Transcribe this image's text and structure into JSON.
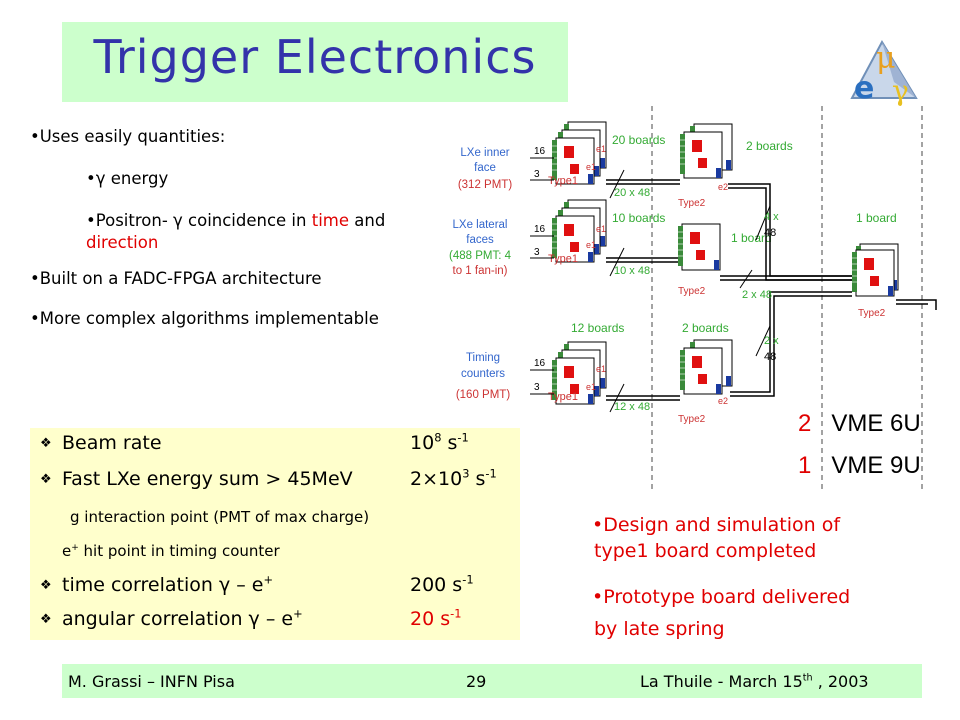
{
  "title": "Trigger Electronics",
  "logo": {
    "letters": [
      "μ",
      "e",
      "γ"
    ]
  },
  "bullets": {
    "b1": "•Uses easily quantities:",
    "b2": "•γ energy",
    "b3_pre": "•Positron- γ coincidence in ",
    "b3_time": "time",
    "b3_and": " and",
    "b3_dir": "direction",
    "b4": "•Built on a FADC-FPGA architecture",
    "b5": "•More complex algorithms implementable"
  },
  "diagram": {
    "inputs": {
      "inner": [
        "LXe inner",
        "face",
        "(312 PMT)"
      ],
      "lateral": [
        "LXe lateral",
        "faces",
        "(488 PMT: 4",
        "to 1 fan-in)"
      ],
      "timing": [
        "Timing",
        "counters",
        "(160 PMT)"
      ]
    },
    "group_counts": {
      "inner": "20 boards",
      "lateral": "10 boards",
      "timing": "12 boards"
    },
    "stage2_counts": {
      "upper": "2 boards",
      "middle": "1 board",
      "lower": "2 boards"
    },
    "stage3_count": "1 board",
    "channel_in_16": "16",
    "channel_in_3": "3",
    "type1_label": "Type1",
    "type2_label": "Type2",
    "stack_tag": "e1",
    "stage2_tag": "e2",
    "bus": {
      "inner": "20 x 48",
      "lateral": "10 x 48",
      "timing": "12 x 48",
      "upper_out": [
        "4 x",
        "48"
      ],
      "middle_out": "2 x 48",
      "lower_out": [
        "2 x",
        "48"
      ]
    }
  },
  "vme": {
    "r1_count": "2",
    "r1_label": "VME 6U",
    "r2_count": "1",
    "r2_label": "VME 9U"
  },
  "rates": {
    "r1_label": "Beam rate",
    "r1_val_base": "10",
    "r1_val_exp": "8",
    "r1_val_unit": " s",
    "r1_val_uexp": "-1",
    "r2_label": "Fast LXe energy sum > 45MeV",
    "r2_val_base": "2×10",
    "r2_val_exp": "3",
    "r2_val_unit": " s",
    "r2_val_uexp": "-1",
    "r3_label": "g interaction point (PMT of max charge)",
    "r4_label_base": "e",
    "r4_label_sup": "+",
    "r4_label_rest": " hit point in timing counter",
    "r5_label_base": "time correlation γ – e",
    "r5_label_sup": "+",
    "r5_val": "200 s",
    "r5_val_exp": "-1",
    "r6_label_base": "angular correlation γ – e",
    "r6_label_sup": "+",
    "r6_val": "20 s",
    "r6_val_exp": "-1"
  },
  "status": {
    "s1_l1": "•Design and simulation of",
    "s1_l2": "type1 board completed",
    "s2_l1": "•Prototype board delivered",
    "s2_l2": "by late spring"
  },
  "footer": {
    "left": "M. Grassi – INFN Pisa",
    "center": "29",
    "right_pre": "La Thuile -  March 15",
    "right_sup": "th",
    "right_post": " , 2003"
  },
  "colors": {
    "title": "#3333aa",
    "blue_label": "#3366cc",
    "red_label": "#cc3333",
    "green_label": "#33aa33",
    "title_bg": "#ccffcc",
    "rates_bg": "#ffffcc",
    "highlight": "#e00000"
  }
}
